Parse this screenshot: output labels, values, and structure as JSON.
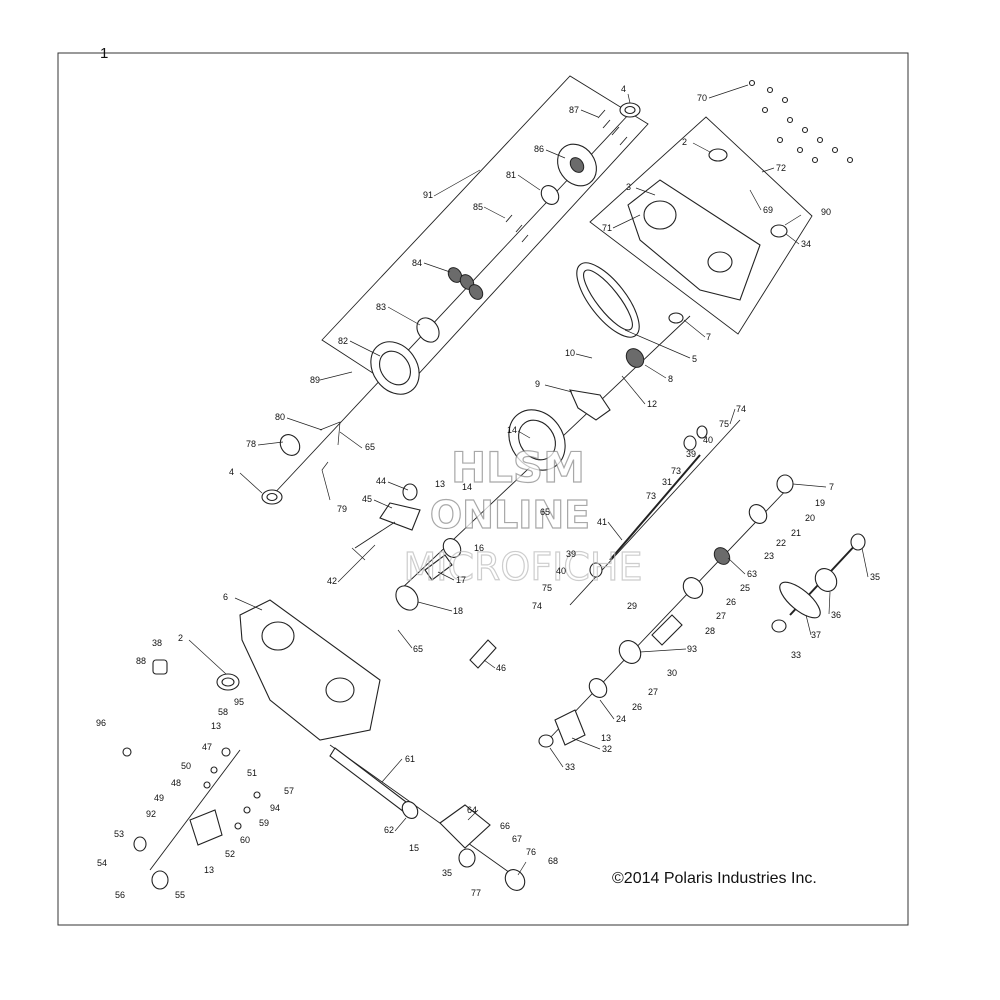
{
  "diagram_number": "1",
  "copyright": "©2014 Polaris Industries Inc.",
  "watermark": {
    "line1": "HLSM",
    "line2": "ONLINE",
    "line3": "MICROFICHE"
  },
  "callouts": [
    "4",
    "87",
    "86",
    "81",
    "91",
    "85",
    "84",
    "83",
    "82",
    "89",
    "80",
    "65",
    "78",
    "4",
    "79",
    "70",
    "2",
    "72",
    "3",
    "69",
    "71",
    "90",
    "34",
    "7",
    "5",
    "10",
    "8",
    "9",
    "12",
    "74",
    "14",
    "75",
    "40",
    "39",
    "44",
    "45",
    "13",
    "14",
    "65",
    "73",
    "31",
    "73",
    "41",
    "16",
    "42",
    "17",
    "18",
    "39",
    "40",
    "75",
    "74",
    "7",
    "19",
    "20",
    "21",
    "22",
    "23",
    "63",
    "25",
    "26",
    "27",
    "28",
    "29",
    "93",
    "30",
    "27",
    "26",
    "24",
    "32",
    "13",
    "33",
    "35",
    "36",
    "37",
    "33",
    "65",
    "46",
    "6",
    "38",
    "2",
    "88",
    "95",
    "58",
    "13",
    "96",
    "47",
    "50",
    "51",
    "48",
    "57",
    "49",
    "94",
    "59",
    "92",
    "60",
    "52",
    "53",
    "13",
    "54",
    "56",
    "55",
    "61",
    "62",
    "15",
    "64",
    "66",
    "67",
    "35",
    "76",
    "68",
    "77"
  ]
}
